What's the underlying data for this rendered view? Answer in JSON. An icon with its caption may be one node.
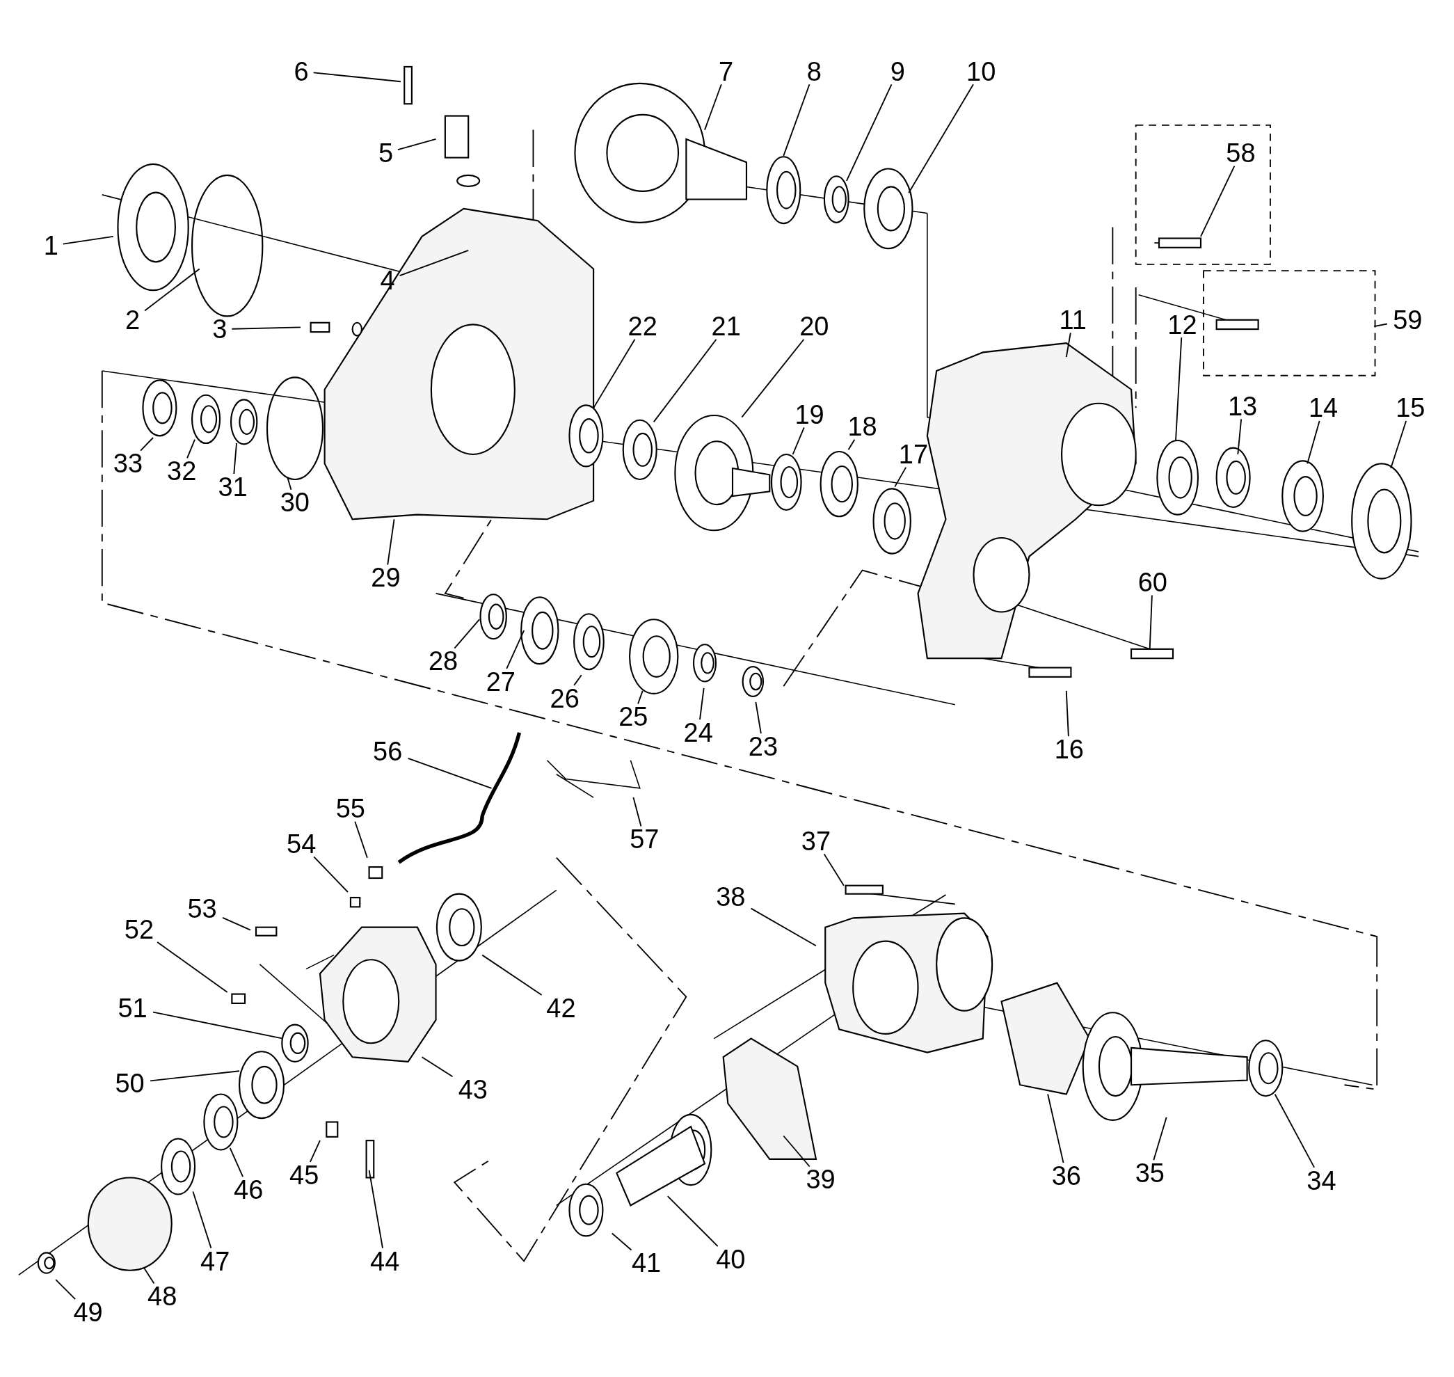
{
  "diagram": {
    "nodes": [
      {
        "text": [
          "1"
        ]
      },
      {
        "text": [
          "2"
        ]
      },
      {
        "text": [
          "3"
        ]
      },
      {
        "text": [
          "4"
        ]
      },
      {
        "text": [
          "5"
        ]
      },
      {
        "text": [
          "6"
        ]
      },
      {
        "text": [
          "7"
        ]
      },
      {
        "text": [
          "8"
        ]
      },
      {
        "text": [
          "9"
        ]
      },
      {
        "text": [
          "10"
        ]
      },
      {
        "text": [
          "11"
        ]
      },
      {
        "text": [
          "12"
        ]
      },
      {
        "text": [
          "13"
        ]
      },
      {
        "text": [
          "14"
        ]
      },
      {
        "text": [
          "15"
        ]
      },
      {
        "text": [
          "16"
        ]
      },
      {
        "text": [
          "17"
        ]
      },
      {
        "text": [
          "18"
        ]
      },
      {
        "text": [
          "19"
        ]
      },
      {
        "text": [
          "20"
        ]
      },
      {
        "text": [
          "21"
        ]
      },
      {
        "text": [
          "22"
        ]
      },
      {
        "text": [
          "23"
        ]
      },
      {
        "text": [
          "24"
        ]
      },
      {
        "text": [
          "25"
        ]
      },
      {
        "text": [
          "26"
        ]
      },
      {
        "text": [
          "27"
        ]
      },
      {
        "text": [
          "28"
        ]
      },
      {
        "text": [
          "29"
        ]
      },
      {
        "text": [
          "30"
        ]
      },
      {
        "text": [
          "31"
        ]
      },
      {
        "text": [
          "32"
        ]
      },
      {
        "text": [
          "33"
        ]
      },
      {
        "text": [
          "34"
        ]
      },
      {
        "text": [
          "35"
        ]
      },
      {
        "text": [
          "36"
        ]
      },
      {
        "text": [
          "37"
        ]
      },
      {
        "text": [
          "38"
        ]
      },
      {
        "text": [
          "39"
        ]
      },
      {
        "text": [
          "40"
        ]
      },
      {
        "text": [
          "41"
        ]
      },
      {
        "text": [
          "42"
        ]
      },
      {
        "text": [
          "43"
        ]
      },
      {
        "text": [
          "44"
        ]
      },
      {
        "text": [
          "45"
        ]
      },
      {
        "text": [
          "46"
        ]
      },
      {
        "text": [
          "47"
        ]
      },
      {
        "text": [
          "48"
        ]
      },
      {
        "text": [
          "49"
        ]
      },
      {
        "text": [
          "50"
        ]
      },
      {
        "text": [
          "51"
        ]
      },
      {
        "text": [
          "52"
        ]
      },
      {
        "text": [
          "53"
        ]
      },
      {
        "text": [
          "54"
        ]
      },
      {
        "text": [
          "55"
        ]
      },
      {
        "text": [
          "56"
        ]
      },
      {
        "text": [
          "57"
        ]
      },
      {
        "text": [
          "58"
        ]
      },
      {
        "text": [
          "59"
        ]
      },
      {
        "text": [
          "60"
        ]
      }
    ],
    "edges": [
      {
        "from": 0,
        "to": null,
        "arrow": "none"
      },
      {
        "from": 1,
        "to": null,
        "arrow": "none"
      },
      {
        "from": 2,
        "to": null,
        "arrow": "none"
      },
      {
        "from": 3,
        "to": null,
        "arrow": "none"
      },
      {
        "from": 4,
        "to": null,
        "arrow": "none"
      },
      {
        "from": 5,
        "to": null,
        "arrow": "none"
      },
      {
        "from": 6,
        "to": null,
        "arrow": "none"
      },
      {
        "from": 7,
        "to": null,
        "arrow": "none"
      },
      {
        "from": 8,
        "to": null,
        "arrow": "none"
      },
      {
        "from": 9,
        "to": null,
        "arrow": "none"
      },
      {
        "from": 10,
        "to": null,
        "arrow": "none"
      },
      {
        "from": 11,
        "to": null,
        "arrow": "none"
      },
      {
        "from": 12,
        "to": null,
        "arrow": "none"
      },
      {
        "from": 13,
        "to": null,
        "arrow": "none"
      },
      {
        "from": 14,
        "to": null,
        "arrow": "none"
      },
      {
        "from": 15,
        "to": null,
        "arrow": "none"
      },
      {
        "from": 16,
        "to": null,
        "arrow": "none"
      },
      {
        "from": 17,
        "to": null,
        "arrow": "none"
      },
      {
        "from": 18,
        "to": null,
        "arrow": "none"
      },
      {
        "from": 19,
        "to": null,
        "arrow": "none"
      },
      {
        "from": 20,
        "to": null,
        "arrow": "none"
      },
      {
        "from": 21,
        "to": null,
        "arrow": "none"
      },
      {
        "from": 22,
        "to": null,
        "arrow": "none"
      },
      {
        "from": 23,
        "to": null,
        "arrow": "none"
      },
      {
        "from": 24,
        "to": null,
        "arrow": "none"
      },
      {
        "from": 25,
        "to": null,
        "arrow": "none"
      },
      {
        "from": 26,
        "to": null,
        "arrow": "none"
      },
      {
        "from": 27,
        "to": null,
        "arrow": "none"
      },
      {
        "from": 28,
        "to": null,
        "arrow": "none"
      },
      {
        "from": 29,
        "to": null,
        "arrow": "none"
      },
      {
        "from": 30,
        "to": null,
        "arrow": "none"
      },
      {
        "from": 31,
        "to": null,
        "arrow": "none"
      },
      {
        "from": 32,
        "to": null,
        "arrow": "none"
      },
      {
        "from": 33,
        "to": null,
        "arrow": "none"
      },
      {
        "from": 34,
        "to": null,
        "arrow": "none"
      },
      {
        "from": 35,
        "to": null,
        "arrow": "none"
      },
      {
        "from": 36,
        "to": null,
        "arrow": "none"
      },
      {
        "from": 37,
        "to": null,
        "arrow": "none"
      },
      {
        "from": 38,
        "to": null,
        "arrow": "none"
      },
      {
        "from": 39,
        "to": null,
        "arrow": "none"
      },
      {
        "from": 40,
        "to": null,
        "arrow": "none"
      },
      {
        "from": 41,
        "to": null,
        "arrow": "none"
      },
      {
        "from": 42,
        "to": null,
        "arrow": "none"
      },
      {
        "from": 43,
        "to": null,
        "arrow": "none"
      },
      {
        "from": 44,
        "to": null,
        "arrow": "none"
      },
      {
        "from": 45,
        "to": null,
        "arrow": "none"
      },
      {
        "from": 46,
        "to": null,
        "arrow": "none"
      },
      {
        "from": 47,
        "to": null,
        "arrow": "none"
      },
      {
        "from": 48,
        "to": null,
        "arrow": "none"
      },
      {
        "from": 49,
        "to": null,
        "arrow": "none"
      },
      {
        "from": 50,
        "to": null,
        "arrow": "none"
      },
      {
        "from": 51,
        "to": null,
        "arrow": "none"
      },
      {
        "from": 52,
        "to": null,
        "arrow": "none"
      },
      {
        "from": 53,
        "to": null,
        "arrow": "none"
      },
      {
        "from": 54,
        "to": null,
        "arrow": "none"
      },
      {
        "from": 55,
        "to": null,
        "arrow": "none"
      },
      {
        "from": 56,
        "to": null,
        "arrow": "none"
      },
      {
        "from": 57,
        "to": null,
        "arrow": "none"
      },
      {
        "from": 58,
        "to": null,
        "arrow": "none"
      },
      {
        "from": 59,
        "to": null,
        "arrow": "none"
      }
    ]
  }
}
